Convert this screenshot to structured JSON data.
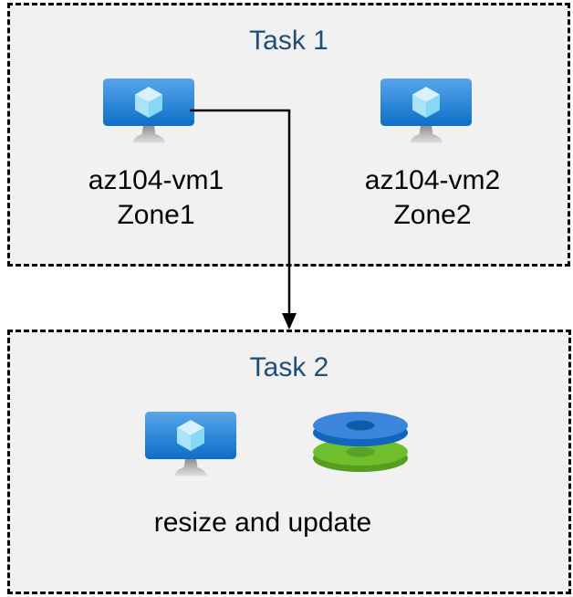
{
  "task1": {
    "title": "Task 1",
    "vms": [
      {
        "name": "az104-vm1",
        "zone": "Zone1"
      },
      {
        "name": "az104-vm2",
        "zone": "Zone2"
      }
    ]
  },
  "task2": {
    "title": "Task 2",
    "caption": "resize and update"
  },
  "icons": {
    "vm": "azure-virtual-machine-icon",
    "disks": "azure-managed-disks-icon",
    "arrow": "flow-arrow-down"
  },
  "colors": {
    "title_text": "#1f4e79",
    "label_text": "#040404",
    "box_fill": "#f1f1f1",
    "box_border": "#000000",
    "vm_screen_top": "#55a4e8",
    "vm_screen_bottom": "#0e6ec7",
    "cube_top": "#d8f1fc",
    "cube_left": "#a9e3f9",
    "cube_right": "#86d8f4",
    "stand_gray": "#a8a8a8",
    "disk_blue_top": "#3b86da",
    "disk_blue_rim": "#0f66bb",
    "disk_blue_hole": "#0e5ca8",
    "disk_green_top": "#6fbe2d",
    "disk_green_rim": "#579d1f",
    "disk_green_hole": "#57a327",
    "arrow": "#000000"
  }
}
